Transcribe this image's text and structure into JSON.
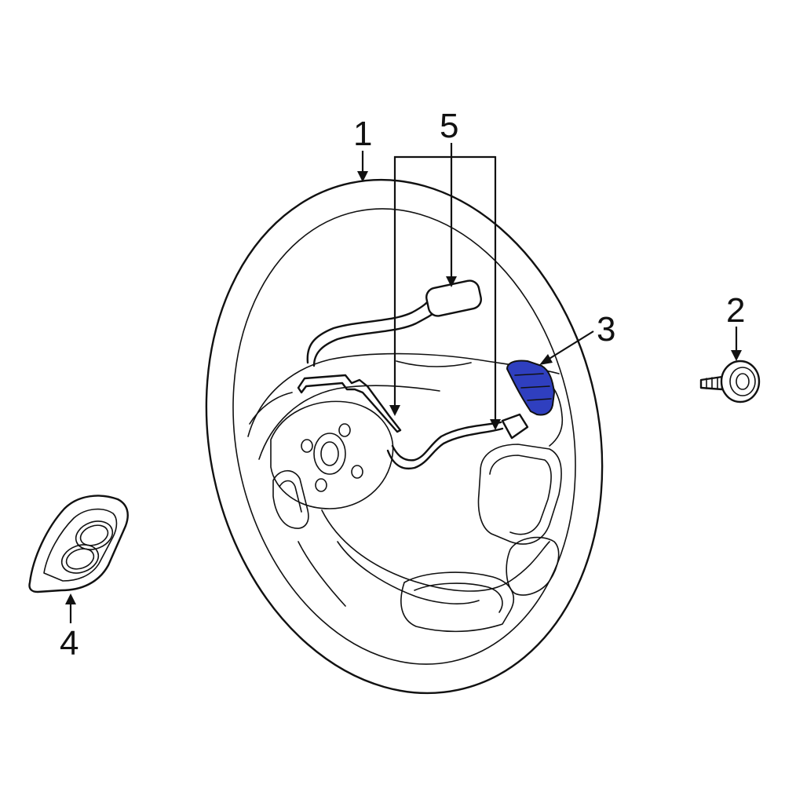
{
  "callouts": {
    "c1": "1",
    "c2": "2",
    "c3": "3",
    "c4": "4",
    "c5": "5"
  },
  "colors": {
    "highlight": "#2f3fbf",
    "line": "#111111",
    "background": "#ffffff"
  }
}
